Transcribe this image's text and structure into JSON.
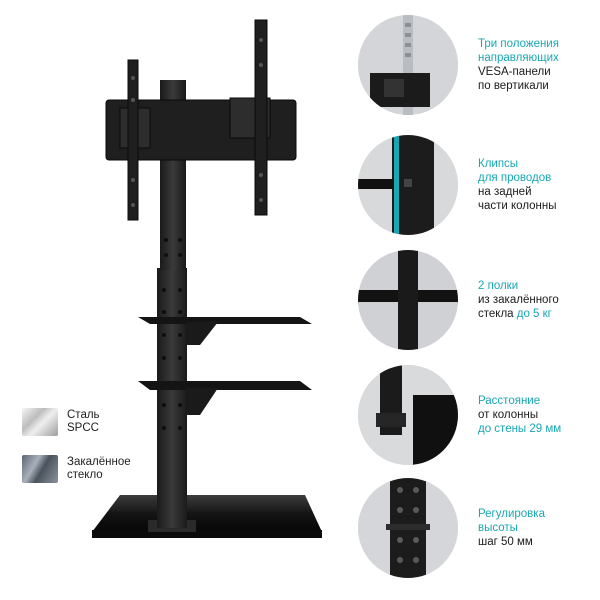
{
  "materials": [
    {
      "line1": "Сталь",
      "line2": "SPCC",
      "icon": "steel-swatch-icon"
    },
    {
      "line1": "Закалённое",
      "line2": "стекло",
      "icon": "glass-swatch-icon"
    }
  ],
  "features": [
    {
      "l1": "Три положения",
      "l2": "направляющих",
      "l3": "VESA-панели",
      "l4": "по вертикали"
    },
    {
      "l1": "Клипсы",
      "l2": "для проводов",
      "l3": "на задней",
      "l4": "части колонны"
    },
    {
      "l1": "2 полки",
      "l2": "из закалённого",
      "l3a": "стекла ",
      "l3b": "до 5 кг"
    },
    {
      "l1": "Расстояние",
      "l2": "от колонны",
      "l3": "до стены 29 мм"
    },
    {
      "l1": "Регулировка",
      "l2": "высоты",
      "l3": "шаг 50 мм"
    }
  ],
  "colors": {
    "accent": "#19a7b3",
    "metal": "#222222",
    "glass": "#111111"
  }
}
